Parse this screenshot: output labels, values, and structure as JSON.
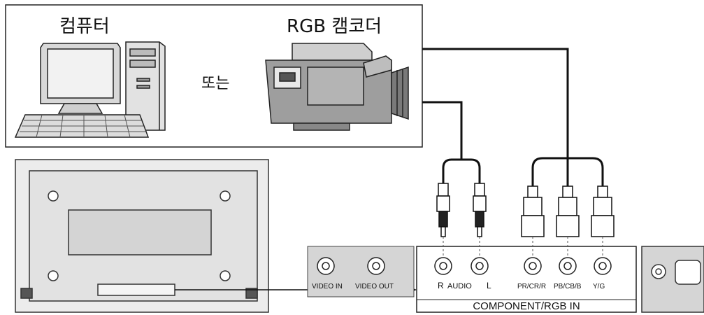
{
  "sources": {
    "computer_label": "컴퓨터",
    "or_label": "또는",
    "camcorder_label": "RGB 캠코더"
  },
  "ports": {
    "video_in": "VIDEO IN",
    "video_out": "VIDEO OUT",
    "audio_r": "R",
    "audio_mid": "AUDIO",
    "audio_l": "L",
    "pr": "PR/CR/R",
    "pb": "PB/CB/B",
    "y": "Y/G",
    "component_title": "COMPONENT/RGB IN"
  },
  "colors": {
    "line": "#111111",
    "panel_fill": "#d9d9d9",
    "panel_dark": "#bdbdbd",
    "screen": "#eeeeee"
  }
}
